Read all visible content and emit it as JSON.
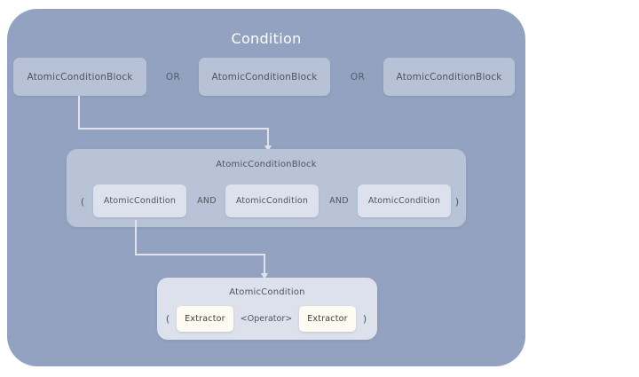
{
  "diagram": {
    "title": "Condition",
    "colors": {
      "container_bg": "#92a2c0",
      "block_chip": "#b8c2d6",
      "block_panel": "#b9c3d7",
      "condition_chip": "#dce1ec",
      "extractor_chip": "#fdfbf2",
      "connector": "#dfe3ec",
      "title_text": "#ffffff",
      "body_text": "#4e5560"
    },
    "or_row": {
      "blocks": [
        {
          "label": "AtomicConditionBlock"
        },
        {
          "label": "AtomicConditionBlock"
        },
        {
          "label": "AtomicConditionBlock"
        }
      ],
      "operators": [
        {
          "label": "OR"
        },
        {
          "label": "OR"
        }
      ]
    },
    "block_panel": {
      "title": "AtomicConditionBlock",
      "open_paren": "(",
      "close_paren": ")",
      "conditions": [
        {
          "label": "AtomicCondition"
        },
        {
          "label": "AtomicCondition"
        },
        {
          "label": "AtomicCondition"
        }
      ],
      "operators": [
        {
          "label": "AND"
        },
        {
          "label": "AND"
        }
      ]
    },
    "condition_panel": {
      "title": "AtomicCondition",
      "open_paren": "(",
      "close_paren": ")",
      "left_extractor": "Extractor",
      "operator": "<Operator>",
      "right_extractor": "Extractor"
    },
    "connectors": [
      {
        "name": "block-expansion-arrow",
        "from": "or-row-block-1",
        "to": "block-panel"
      },
      {
        "name": "condition-expansion-arrow",
        "from": "block-panel-condition-1",
        "to": "condition-panel"
      }
    ]
  }
}
